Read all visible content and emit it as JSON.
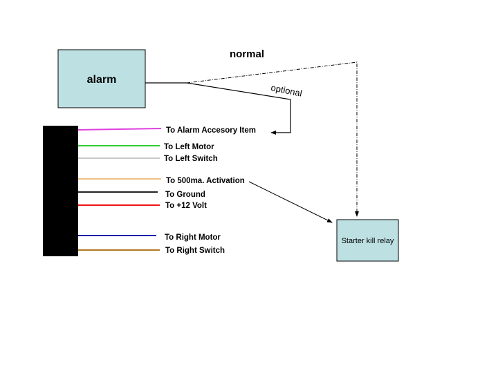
{
  "alarm_box": {
    "label": "alarm",
    "fill": "#bde0e3"
  },
  "normal_label": "normal",
  "optional_label": "optional",
  "relay_box": {
    "label": "Starter kill relay",
    "fill": "#bde0e3"
  },
  "wires": [
    {
      "label": "To Alarm Accesory Item",
      "color": "#e040e0"
    },
    {
      "label": "To Left Motor",
      "color": "#33cc33"
    },
    {
      "label": "To Left Switch",
      "color": "#c8c8c8"
    },
    {
      "label": "To 500ma. Activation",
      "color": "#f0c080"
    },
    {
      "label": "To Ground",
      "color": "#222222"
    },
    {
      "label": "To +12 Volt",
      "color": "#ee1111"
    },
    {
      "label": "To Right Motor",
      "color": "#1122aa"
    },
    {
      "label": "To Right Switch",
      "color": "#b07820"
    }
  ]
}
